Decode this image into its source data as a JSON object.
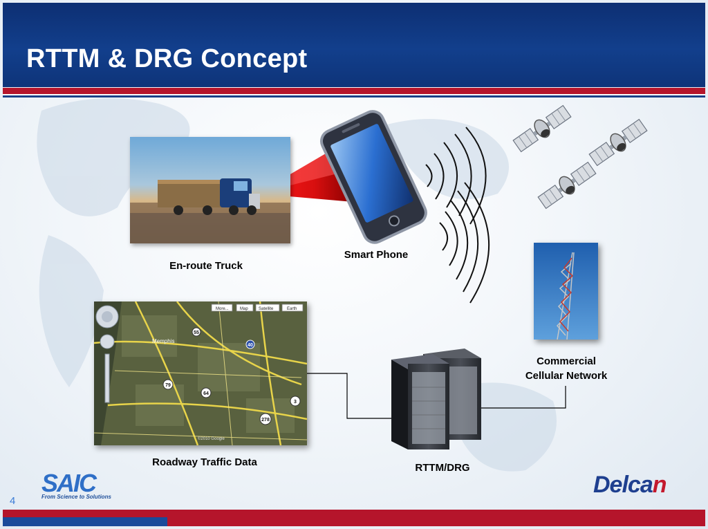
{
  "slide": {
    "title": "RTTM & DRG Concept",
    "page_number": "4"
  },
  "labels": {
    "truck": "En-route Truck",
    "phone": "Smart Phone",
    "map": "Roadway Traffic Data",
    "cellular_line1": "Commercial",
    "cellular_line2": "Cellular Network",
    "server": "RTTM/DRG"
  },
  "map": {
    "buttons": [
      "More...",
      "Map",
      "Satellite",
      "Earth"
    ],
    "city": "Memphis",
    "shields": [
      "79",
      "64",
      "3",
      "278",
      "55",
      "40"
    ],
    "copyright": "©2010 Google"
  },
  "logos": {
    "saic": "SAIC",
    "saic_tagline": "From Science to Solutions",
    "delcan_main": "Delca",
    "delcan_accent": "n"
  },
  "colors": {
    "header_blue": "#123f8c",
    "accent_red": "#b5152b",
    "link_line": "#000000"
  }
}
